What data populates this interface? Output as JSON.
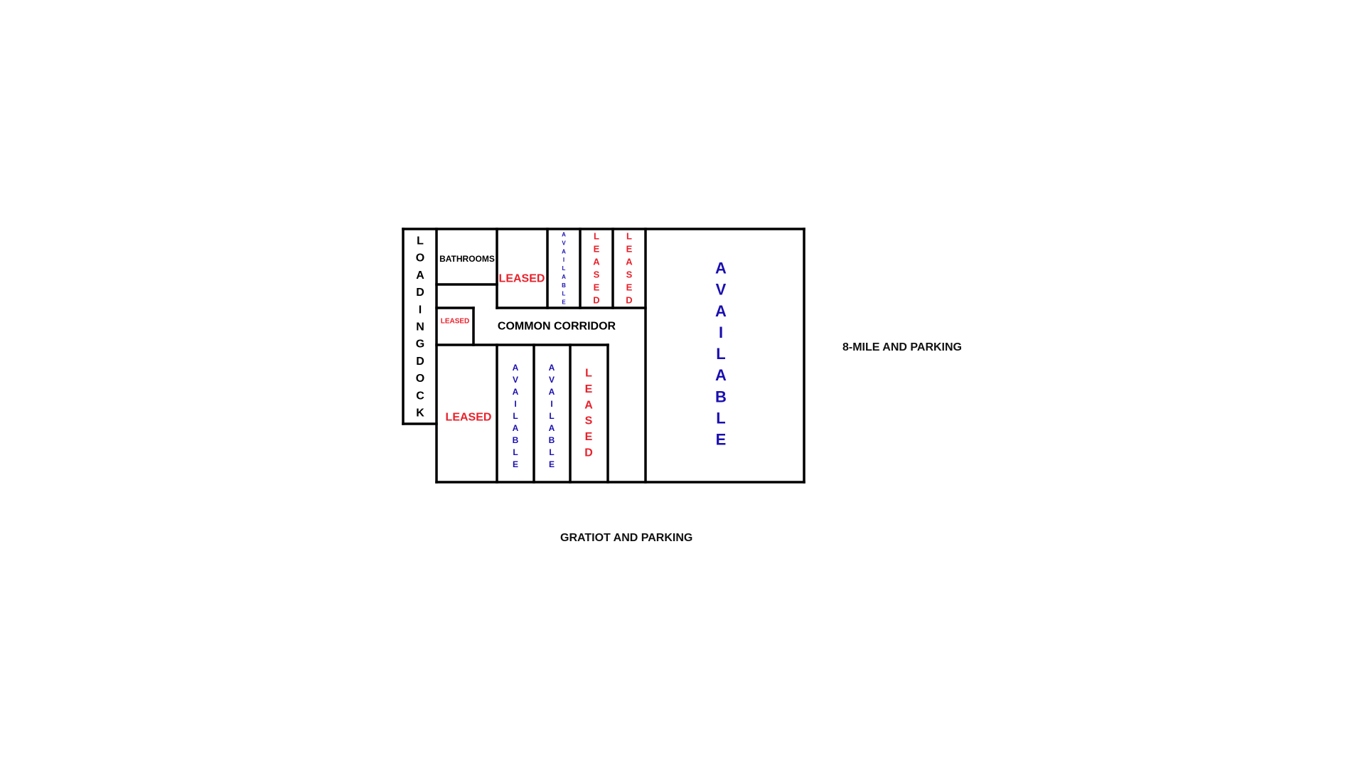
{
  "colors": {
    "wall": "#000000",
    "leased": "#e8212b",
    "available": "#1a0fb0",
    "plain_text": "#000000"
  },
  "street_labels": {
    "east": "8-MILE AND PARKING",
    "south": "GRATIOT AND PARKING"
  },
  "loading_dock": {
    "label": "LOADING DOCK"
  },
  "rooms": {
    "bathrooms": "BATHROOMS",
    "corridor": "COMMON CORRIDOR"
  },
  "units": [
    {
      "id": "north-1",
      "status": "LEASED"
    },
    {
      "id": "north-2",
      "status": "AVAILABLE"
    },
    {
      "id": "north-3",
      "status": "LEASED"
    },
    {
      "id": "north-4",
      "status": "LEASED"
    },
    {
      "id": "west-small",
      "status": "LEASED"
    },
    {
      "id": "south-1",
      "status": "LEASED"
    },
    {
      "id": "south-2",
      "status": "AVAILABLE"
    },
    {
      "id": "south-3",
      "status": "AVAILABLE"
    },
    {
      "id": "south-4",
      "status": "LEASED"
    },
    {
      "id": "east-large",
      "status": "AVAILABLE"
    }
  ]
}
